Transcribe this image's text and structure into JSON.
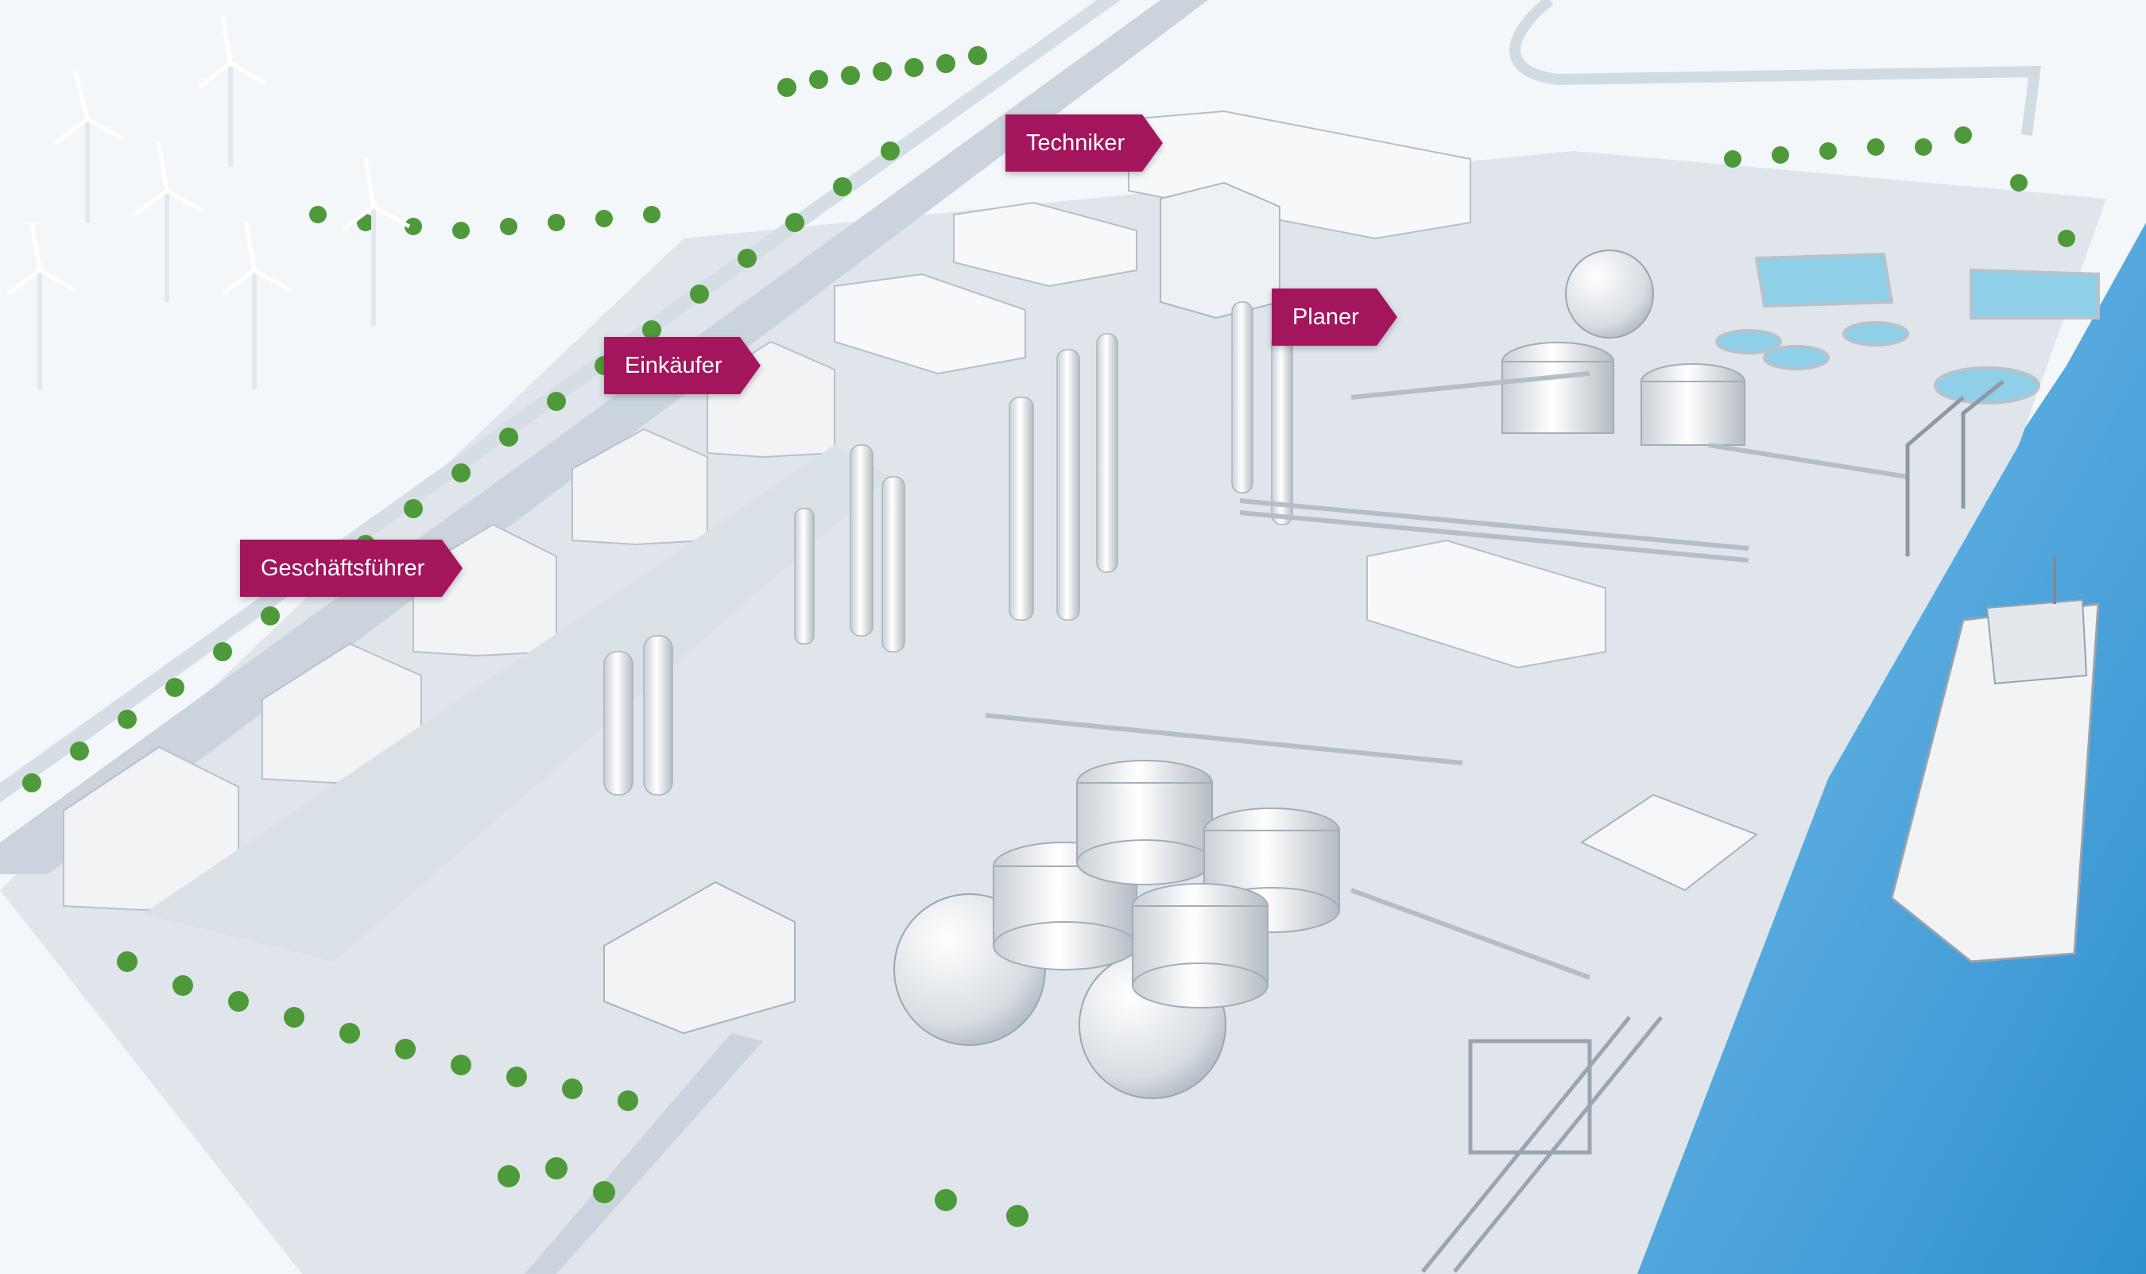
{
  "colors": {
    "accent": "#a3155c",
    "ground": "#f4f7fa",
    "road": "#c9d3dc",
    "water": "#4aa3db",
    "trees": "#4e9a3a"
  },
  "role_tags": [
    {
      "id": "techniker",
      "label": "Techniker"
    },
    {
      "id": "planer",
      "label": "Planer"
    },
    {
      "id": "einkaeufer",
      "label": "Einkäufer"
    },
    {
      "id": "geschaeftsfuehrer",
      "label": "Geschäftsführer"
    }
  ]
}
